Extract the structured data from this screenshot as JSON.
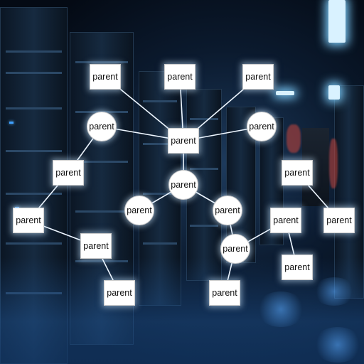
{
  "diagram": {
    "nodes": [
      {
        "id": "n1",
        "label": "parent",
        "shape": "box"
      },
      {
        "id": "n2",
        "label": "parent",
        "shape": "box"
      },
      {
        "id": "n3",
        "label": "parent",
        "shape": "box"
      },
      {
        "id": "n4",
        "label": "parent",
        "shape": "circle"
      },
      {
        "id": "n5",
        "label": "parent",
        "shape": "box"
      },
      {
        "id": "n6",
        "label": "parent",
        "shape": "circle"
      },
      {
        "id": "n7",
        "label": "parent",
        "shape": "box"
      },
      {
        "id": "n8",
        "label": "parent",
        "shape": "circle"
      },
      {
        "id": "n9",
        "label": "parent",
        "shape": "box"
      },
      {
        "id": "n10",
        "label": "parent",
        "shape": "box"
      },
      {
        "id": "n11",
        "label": "parent",
        "shape": "circle"
      },
      {
        "id": "n12",
        "label": "parent",
        "shape": "circle"
      },
      {
        "id": "n13",
        "label": "parent",
        "shape": "box"
      },
      {
        "id": "n14",
        "label": "parent",
        "shape": "box"
      },
      {
        "id": "n15",
        "label": "parent",
        "shape": "box"
      },
      {
        "id": "n16",
        "label": "parent",
        "shape": "circle"
      },
      {
        "id": "n17",
        "label": "parent",
        "shape": "box"
      },
      {
        "id": "n18",
        "label": "parent",
        "shape": "box"
      },
      {
        "id": "n19",
        "label": "parent",
        "shape": "box"
      }
    ],
    "edges": [
      [
        "n1",
        "n5"
      ],
      [
        "n2",
        "n5"
      ],
      [
        "n3",
        "n5"
      ],
      [
        "n4",
        "n5"
      ],
      [
        "n4",
        "n7"
      ],
      [
        "n6",
        "n5"
      ],
      [
        "n5",
        "n8"
      ],
      [
        "n7",
        "n9"
      ],
      [
        "n9",
        "n10"
      ],
      [
        "n10",
        "n13"
      ],
      [
        "n8",
        "n11"
      ],
      [
        "n8",
        "n12"
      ],
      [
        "n12",
        "n16"
      ],
      [
        "n16",
        "n15"
      ],
      [
        "n16",
        "n18"
      ],
      [
        "n15",
        "n17"
      ],
      [
        "n14",
        "n19"
      ]
    ]
  }
}
